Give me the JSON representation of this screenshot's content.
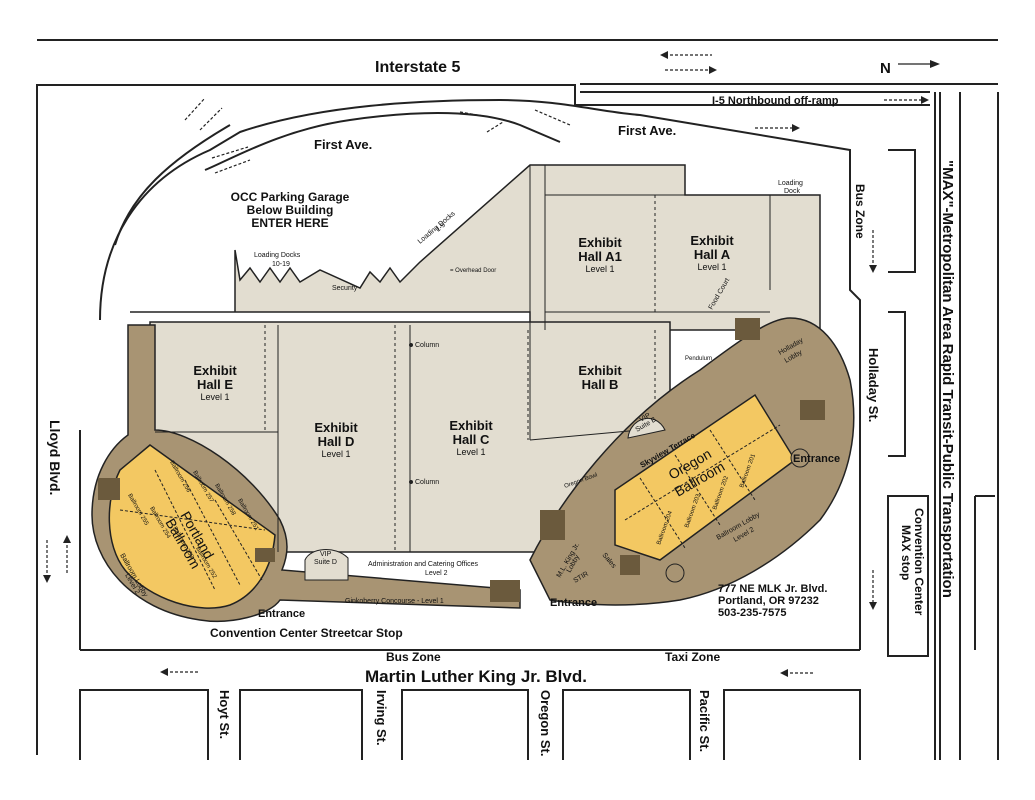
{
  "roads": {
    "interstate": "Interstate 5",
    "north": "N",
    "offramp": "I-5 Northbound off-ramp",
    "first_ave_1": "First Ave.",
    "first_ave_2": "First Ave.",
    "mlk": "Martin Luther King Jr. Blvd.",
    "lloyd": "Lloyd Blvd.",
    "holladay": "Holladay St.",
    "max": "\"MAX\"-Metropolitan Area Rapid Transit-Public Transportation",
    "hoyt": "Hoyt St.",
    "irving": "Irving St.",
    "oregon": "Oregon St.",
    "pacific": "Pacific St.",
    "bus_zone_east": "Bus Zone",
    "bus_zone_south": "Bus Zone",
    "taxi_zone": "Taxi Zone",
    "streetcar": "Convention Center Streetcar Stop",
    "max_stop_1": "Convention Center",
    "max_stop_2": "MAX stop"
  },
  "parking": {
    "line1": "OCC Parking Garage",
    "line2": "Below Building",
    "line3": "ENTER HERE"
  },
  "docks": {
    "docks_10_19": "Loading Docks",
    "docks_10_19_num": "10-19",
    "docks_1_9": "Loading Docks",
    "docks_1_9_num": "1-9",
    "dock_a": "Loading",
    "dock_a2": "Dock",
    "security": "Security",
    "overhead": "= Overhead Door"
  },
  "halls": {
    "a1": {
      "name1": "Exhibit",
      "name2": "Hall A1",
      "level": "Level 1"
    },
    "a": {
      "name1": "Exhibit",
      "name2": "Hall A",
      "level": "Level 1"
    },
    "b": {
      "name1": "Exhibit",
      "name2": "Hall B"
    },
    "c": {
      "name1": "Exhibit",
      "name2": "Hall C",
      "level": "Level 1"
    },
    "d": {
      "name1": "Exhibit",
      "name2": "Hall D",
      "level": "Level 1"
    },
    "e": {
      "name1": "Exhibit",
      "name2": "Hall E",
      "level": "Level 1"
    }
  },
  "features": {
    "column1": "Column",
    "column2": "Column",
    "food_court": "Food Court",
    "pendulum": "Pendulum",
    "holladay_lobby1": "Holladay",
    "holladay_lobby2": "Lobby",
    "vip_b1": "VIP",
    "vip_b2": "Suite B",
    "skyview": "Skyview Terrace",
    "oregon_bowl": "Oregon Bowl",
    "vip_d1": "VIP",
    "vip_d2": "Suite D",
    "admin1": "Administration and Catering Offices",
    "admin2": "Level 2",
    "ginkoberry": "Ginkoberry Concourse - Level 1",
    "mlk_lobby1": "M.L. King Jr.",
    "mlk_lobby2": "Lobby",
    "stir": "STIR",
    "sales": "Sales",
    "entrance_w": "Entrance",
    "entrance_s": "Entrance",
    "entrance_e": "Entrance"
  },
  "portland": {
    "name1": "Portland",
    "name2": "Ballroom",
    "lobby1": "Ballroom Lobby",
    "lobby2": "Level 2",
    "rooms": [
      "Ballroom 256",
      "Ballroom 257",
      "Ballroom 258",
      "Ballroom 251",
      "Ballroom 255",
      "Ballroom 254",
      "Ballroom 253",
      "Ballroom 252"
    ]
  },
  "oregon_ballroom": {
    "name1": "Oregon",
    "name2": "Ballroom",
    "lobby1": "Ballroom Lobby",
    "lobby2": "Level 2",
    "rooms": [
      "Ballroom 204",
      "Ballroom 203",
      "Ballroom 202",
      "Ballroom 201"
    ]
  },
  "address": {
    "line1": "777 NE MLK Jr. Blvd.",
    "line2": "Portland, OR 97232",
    "line3": "503-235-7575"
  },
  "colors": {
    "building": "#e2ddd0",
    "concourse": "#a89473",
    "ballroom": "#f3c862",
    "outline": "#222222"
  }
}
